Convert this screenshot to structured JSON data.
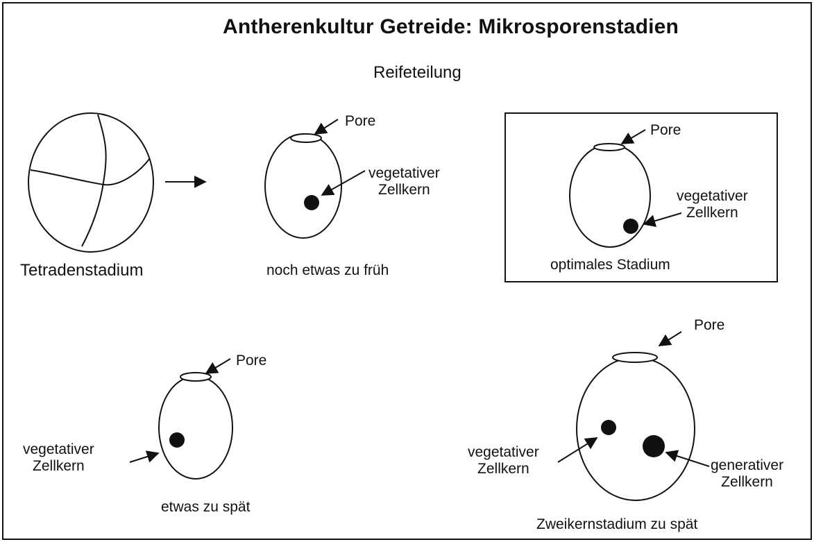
{
  "title": "Antherenkultur Getreide: Mikrosporenstadien",
  "subtitle": "Reifeteilung",
  "stages": {
    "tetrad": {
      "label": "Tetradenstadium"
    },
    "early": {
      "caption": "noch etwas zu früh",
      "pore": "Pore",
      "nucleus_line1": "vegetativer",
      "nucleus_line2": "Zellkern"
    },
    "optimal": {
      "caption": "optimales Stadium",
      "pore": "Pore",
      "nucleus_line1": "vegetativer",
      "nucleus_line2": "Zellkern"
    },
    "late": {
      "caption": "etwas zu spät",
      "pore": "Pore",
      "nucleus_line1": "vegetativer",
      "nucleus_line2": "Zellkern"
    },
    "binucleate": {
      "caption": "Zweikernstadium zu spät",
      "pore": "Pore",
      "veg_line1": "vegetativer",
      "veg_line2": "Zellkern",
      "gen_line1": "generativer",
      "gen_line2": "Zellkern"
    }
  },
  "colors": {
    "ink": "#111111",
    "background": "#ffffff"
  }
}
